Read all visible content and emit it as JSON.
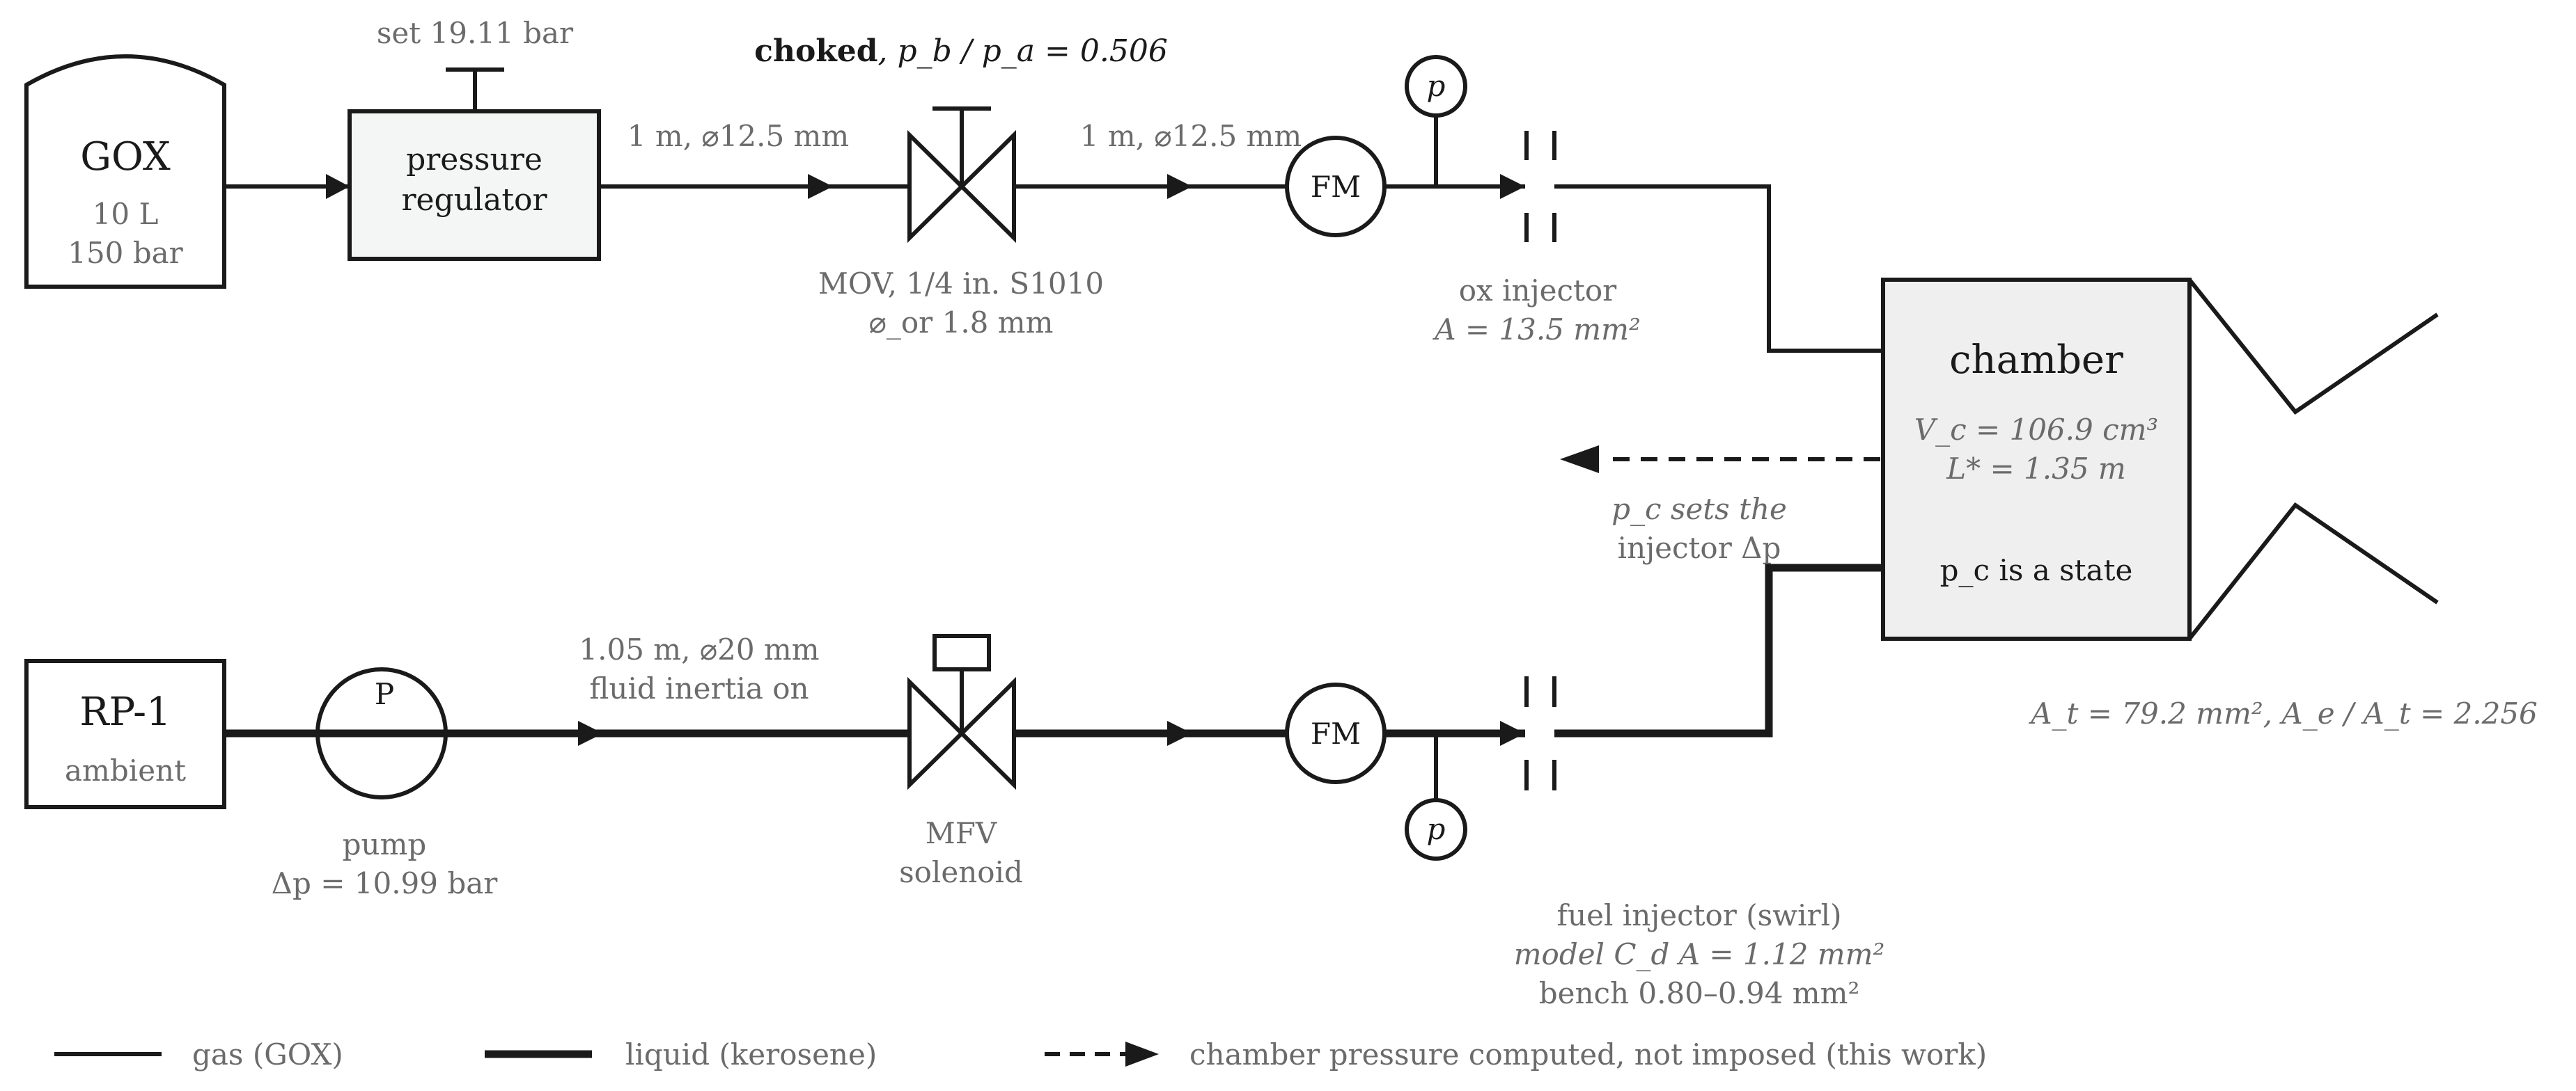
{
  "gox": {
    "title": "GOX",
    "volume": "10 L",
    "pressure": "150 bar"
  },
  "regulator": {
    "line1": "pressure",
    "line2": "regulator",
    "setpoint": "set 19.11 bar"
  },
  "ox_line_1": {
    "label": "1 m, ⌀12.5 mm"
  },
  "mov": {
    "choked_word": "choked",
    "choked_rest": ", p_b / p_a = 0.506",
    "line1": "MOV, 1/4 in. S1010",
    "line2": "⌀_or 1.8 mm"
  },
  "ox_line_2": {
    "label": "1 m, ⌀12.5 mm"
  },
  "flowmeter": {
    "label": "FM"
  },
  "pressure_gauge": {
    "label": "p"
  },
  "ox_injector": {
    "line1": "ox injector",
    "line2": "A = 13.5 mm²"
  },
  "chamber": {
    "title": "chamber",
    "vol": "V_c = 106.9 cm³",
    "lstar": "L* = 1.35 m",
    "state": "p_c is a state"
  },
  "nozzle": {
    "label": "A_t = 79.2 mm²,  A_e / A_t = 2.256"
  },
  "feedback": {
    "line1": "p_c sets the",
    "line2": "injector Δp"
  },
  "rp1": {
    "title": "RP-1",
    "sub": "ambient"
  },
  "pump": {
    "symbol": "P",
    "line1": "pump",
    "line2": "Δp = 10.99 bar"
  },
  "fuel_line": {
    "line1": "1.05 m, ⌀20 mm",
    "line2": "fluid inertia on"
  },
  "mfv": {
    "line1": "MFV",
    "line2": "solenoid"
  },
  "fuel_injector": {
    "line1": "fuel injector (swirl)",
    "line2": "model C_d A = 1.12 mm²",
    "line3": "bench 0.80–0.94 mm²"
  },
  "legend": {
    "gas": "gas (GOX)",
    "liquid": "liquid (kerosene)",
    "computed": "chamber pressure computed, not imposed (this work)"
  }
}
